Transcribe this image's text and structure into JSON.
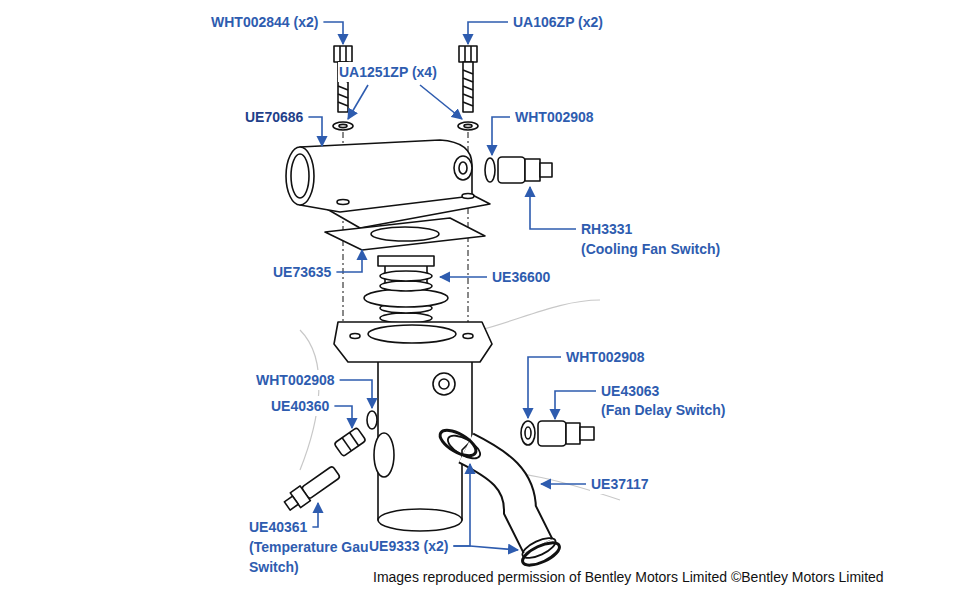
{
  "diagram": {
    "labels": [
      "WHT002844 (x2)",
      "UA106ZP (x2)",
      "UA1251ZP (x4)",
      "UE70686",
      "WHT002908",
      "RH3331",
      "(Cooling Fan Switch)",
      "UE73635",
      "UE36600",
      "WHT002908",
      "UE43063",
      "(Fan Delay Switch)",
      "WHT002908",
      "UE40360",
      "UE37117",
      "UE40361",
      "(Temperature Gauge Switch)",
      "UE9333 (x2)",
      "Images reproduced permission of Bentley Motors Limited ©Bentley Motors Limited"
    ]
  }
}
